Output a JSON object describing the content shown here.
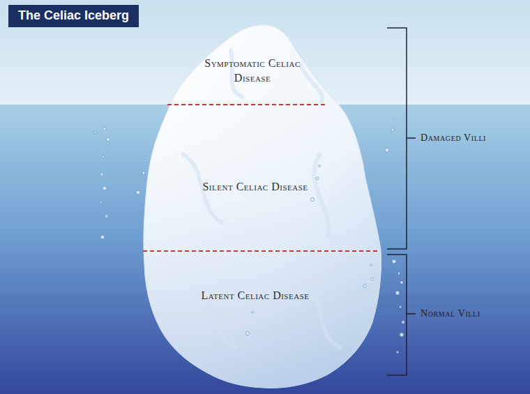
{
  "diagram": {
    "title": "The Celiac Iceberg",
    "nodes": [
      {
        "text": [
          "Symptomatic Celiac Disease"
        ]
      },
      {
        "text": [
          "Silent Celiac Disease"
        ]
      },
      {
        "text": [
          "Latent Celiac Disease"
        ]
      }
    ],
    "labels": [
      "Damaged Villi",
      "Normal Villi"
    ]
  }
}
